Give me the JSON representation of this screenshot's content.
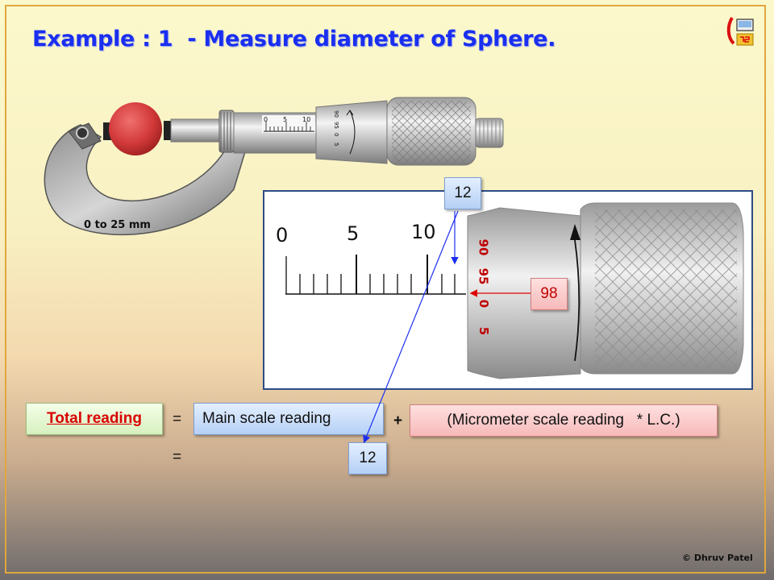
{
  "title": "Example : 1  - Measure diameter of Sphere.",
  "micrometer": {
    "range_label": "0 to 25 mm",
    "small_main_scale_numbers": [
      "0",
      "5",
      "10"
    ],
    "small_thimble_numbers": [
      "90",
      "95",
      "0",
      "5"
    ]
  },
  "zoom": {
    "main_scale_numbers": [
      "0",
      "5",
      "10"
    ],
    "thimble_numbers": [
      "90",
      "95",
      "0",
      "5"
    ]
  },
  "callouts": {
    "main_reading_top": "12",
    "thimble_reading": "98",
    "main_reading_result": "12"
  },
  "formula": {
    "total_label": "Total reading",
    "equals_1": "=",
    "equals_2": "=",
    "main_scale_label": "Main scale reading",
    "plus": "+",
    "micrometer_term": "(Micrometer scale reading   * L.C.)"
  },
  "credit": "© Dhruv Patel",
  "colors": {
    "title": "#1a2ff0",
    "thimble_numbers": "#c00000",
    "arrow": "#1c2ff0",
    "frame": "#e0a73e",
    "zoom_border": "#2d4c86"
  },
  "icons": [
    "micrometer-logo-icon"
  ]
}
